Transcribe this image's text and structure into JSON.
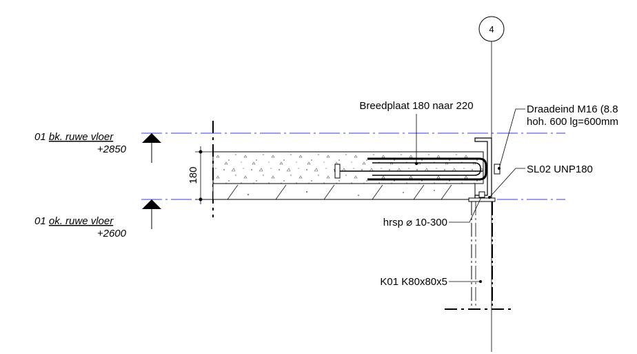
{
  "drawing": {
    "grid_marker": "4",
    "levels": [
      {
        "prefix": "01 ",
        "name": "bk. ruwe vloer",
        "elevation": "+2850"
      },
      {
        "prefix": "01 ",
        "name": "ok. ruwe vloer",
        "elevation": "+2600"
      }
    ],
    "dimension": "180",
    "labels": {
      "breedplaat": "Breedplaat 180 naar 220",
      "draadeind_line1": "Draadeind M16 (8.8",
      "draadeind_line2": "hoh. 600 lg=600mm",
      "unp": "SL02 UNP180",
      "hrsp": "hrsp ⌀ 10-300",
      "column": "K01 K80x80x5"
    },
    "colors": {
      "level_line": "#3a3ad6",
      "ink": "#000000",
      "concrete_fill": "#f2f2f2"
    }
  }
}
